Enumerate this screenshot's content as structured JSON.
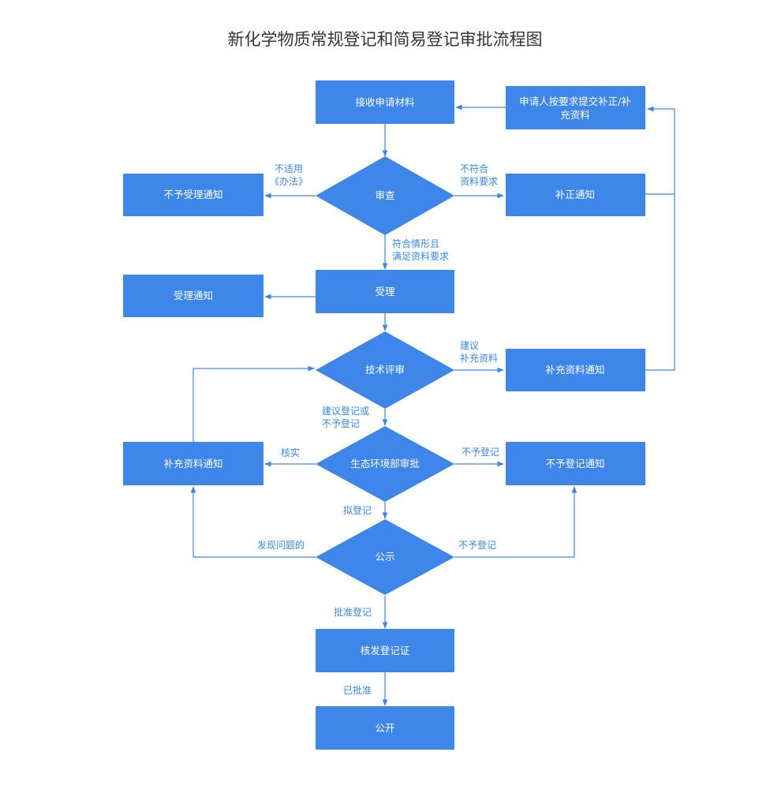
{
  "title": "新化学物质常规登记和简易登记审批流程图",
  "colors": {
    "node": "#3f86ea",
    "edge": "#3f86ea",
    "title": "#333333"
  },
  "nodes": {
    "receive": "接收申请材料",
    "resubmit": [
      "申请人按要求提交补正/补",
      "充资料"
    ],
    "review": "审查",
    "reject_accept": "不予受理通知",
    "correction": "补正通知",
    "accept": "受理",
    "accept_notice": "受理通知",
    "tech_review": "技术评审",
    "supplement_notice_right": "补充资料通知",
    "ministry_approval": "生态环境部审批",
    "supplement_notice_left": "补充资料通知",
    "reject_register": "不予登记通知",
    "publicity": "公示",
    "issue_cert": "核发登记证",
    "disclose": "公开"
  },
  "edge_labels": {
    "not_applicable": [
      "不适用",
      "《办法》"
    ],
    "not_compliant": [
      "不符合",
      "资料要求"
    ],
    "compliant": [
      "符合情形且",
      "满足资料要求"
    ],
    "suggest_supplement": [
      "建议",
      "补充资料"
    ],
    "suggest_register": [
      "建议登记或",
      "不予登记"
    ],
    "verify": "核实",
    "no_register_1": "不予登记",
    "plan_register": "拟登记",
    "problem_found": "发现问题的",
    "no_register_2": "不予登记",
    "approve_register": "批准登记",
    "approved": "已批准"
  }
}
